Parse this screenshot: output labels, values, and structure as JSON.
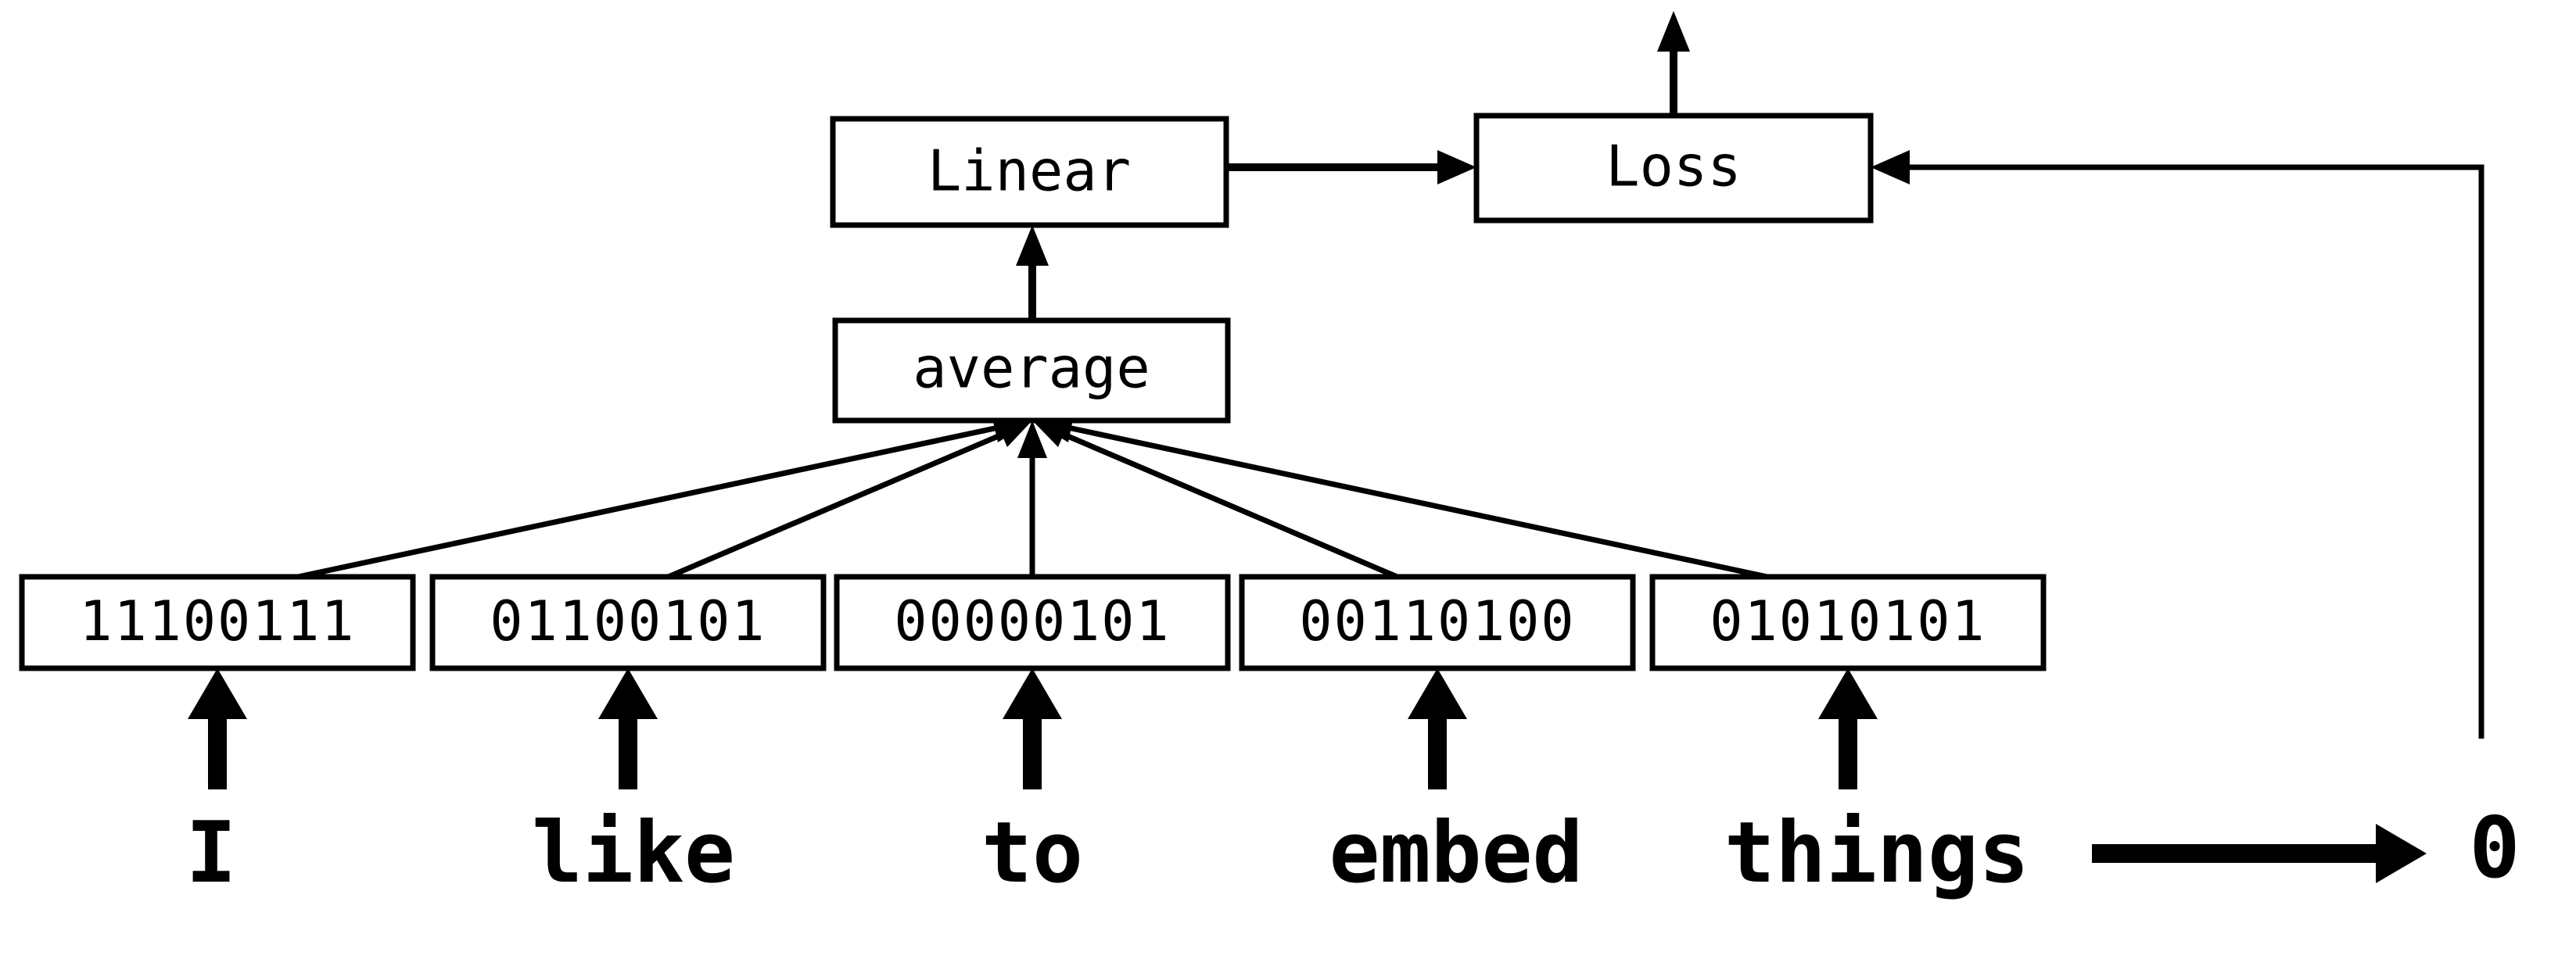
{
  "diagram": {
    "title": "fastText-style sentence embedding and training loop",
    "background_color": "#ffffff",
    "ink_color": "#000000",
    "nodes": {
      "linear": {
        "label": "Linear",
        "name": "linear-node"
      },
      "loss": {
        "label": "Loss",
        "name": "loss-node"
      },
      "average": {
        "label": "average",
        "name": "average-node"
      }
    },
    "token_boxes": [
      {
        "value": "11100111",
        "name": "token-box-1"
      },
      {
        "value": "01100101",
        "name": "token-box-2"
      },
      {
        "value": "00000101",
        "name": "token-box-3"
      },
      {
        "value": "00110100",
        "name": "token-box-4"
      },
      {
        "value": "01010101",
        "name": "token-box-5"
      }
    ],
    "words": [
      {
        "text": "I",
        "name": "word-i"
      },
      {
        "text": "like",
        "name": "word-like"
      },
      {
        "text": "to",
        "name": "word-to"
      },
      {
        "text": "embed",
        "name": "word-embed"
      },
      {
        "text": "things",
        "name": "word-things"
      }
    ],
    "label": {
      "text": "0",
      "name": "label-value"
    },
    "edges": [
      {
        "name": "linear-to-loss-edge",
        "from": "linear",
        "to": "loss",
        "style": "arrow-right"
      },
      {
        "name": "average-to-linear-edge",
        "from": "average",
        "to": "linear",
        "style": "arrow-up"
      },
      {
        "name": "loss-output-edge",
        "from": "loss",
        "to": "output",
        "style": "arrow-up"
      },
      {
        "name": "label-to-loss-edge",
        "from": "label",
        "to": "loss",
        "style": "elbow-arrow-left"
      },
      {
        "name": "tokens-to-average-edges",
        "from": "token_boxes",
        "to": "average",
        "style": "fan-in-arrows"
      },
      {
        "name": "words-to-tokens-edges",
        "from": "words",
        "to": "token_boxes",
        "style": "thick-arrows-up"
      },
      {
        "name": "things-to-label-edge",
        "from": "word-things",
        "to": "label",
        "style": "thick-arrow-right"
      }
    ]
  }
}
